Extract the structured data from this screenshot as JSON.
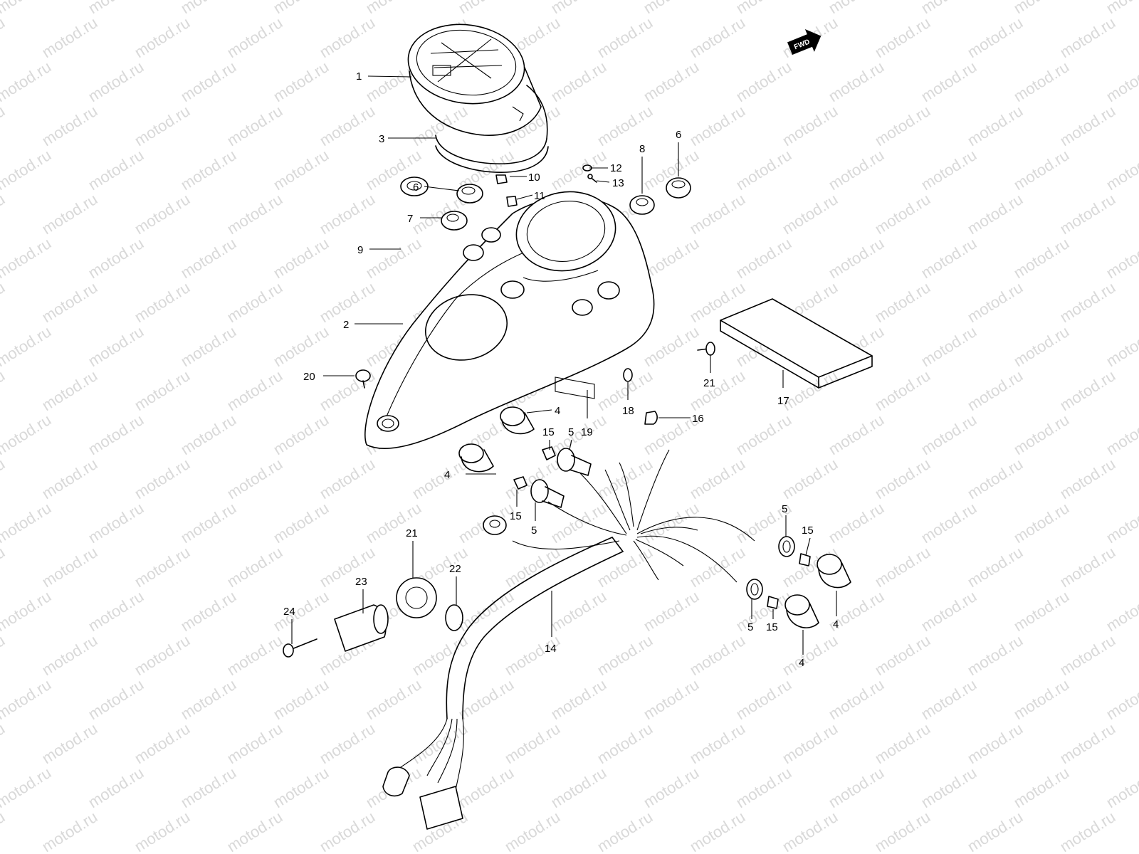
{
  "diagram": {
    "watermark": "motod.ru",
    "fwd_label": "FWD",
    "callouts": [
      {
        "id": "c1",
        "text": "1"
      },
      {
        "id": "c3",
        "text": "3"
      },
      {
        "id": "c6a",
        "text": "6"
      },
      {
        "id": "c10",
        "text": "10"
      },
      {
        "id": "c11",
        "text": "11"
      },
      {
        "id": "c12",
        "text": "12"
      },
      {
        "id": "c13",
        "text": "13"
      },
      {
        "id": "c8",
        "text": "8"
      },
      {
        "id": "c6b",
        "text": "6"
      },
      {
        "id": "c7",
        "text": "7"
      },
      {
        "id": "c9",
        "text": "9"
      },
      {
        "id": "c2",
        "text": "2"
      },
      {
        "id": "c20",
        "text": "20"
      },
      {
        "id": "c21a",
        "text": "21"
      },
      {
        "id": "c17",
        "text": "17"
      },
      {
        "id": "c18",
        "text": "18"
      },
      {
        "id": "c16",
        "text": "16"
      },
      {
        "id": "c19",
        "text": "19"
      },
      {
        "id": "c4a",
        "text": "4"
      },
      {
        "id": "c15a",
        "text": "15"
      },
      {
        "id": "c5a",
        "text": "5"
      },
      {
        "id": "c4b",
        "text": "4"
      },
      {
        "id": "c15b",
        "text": "15"
      },
      {
        "id": "c5b",
        "text": "5"
      },
      {
        "id": "c21b",
        "text": "21"
      },
      {
        "id": "c22",
        "text": "22"
      },
      {
        "id": "c23",
        "text": "23"
      },
      {
        "id": "c24",
        "text": "24"
      },
      {
        "id": "c14",
        "text": "14"
      },
      {
        "id": "c5c",
        "text": "5"
      },
      {
        "id": "c15c",
        "text": "15"
      },
      {
        "id": "c4c",
        "text": "4"
      },
      {
        "id": "c5d",
        "text": "5"
      },
      {
        "id": "c15d",
        "text": "15"
      },
      {
        "id": "c4d",
        "text": "4"
      }
    ]
  }
}
